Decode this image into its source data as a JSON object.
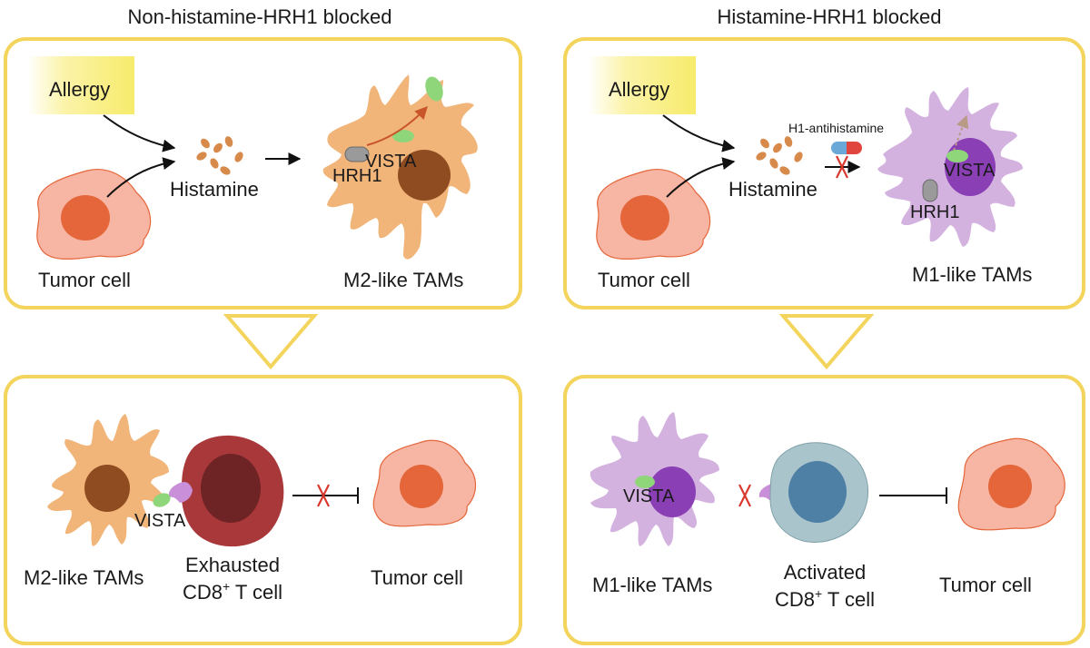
{
  "left": {
    "title": "Non-histamine-HRH1 blocked",
    "top": {
      "allergy": "Allergy",
      "histamine": "Histamine",
      "tumor_cell": "Tumor cell",
      "hrh1": "HRH1",
      "vista": "VISTA",
      "tam": "M2-like TAMs"
    },
    "bottom": {
      "tam": "M2-like TAMs",
      "vista": "VISTA",
      "tcell_line1": "Exhausted",
      "tcell_line2_main": "CD8",
      "tcell_line2_sup": "+",
      "tcell_line2_tail": " T cell",
      "tumor_cell": "Tumor cell"
    }
  },
  "right": {
    "title": "Histamine-HRH1 blocked",
    "top": {
      "allergy": "Allergy",
      "histamine": "Histamine",
      "antihistamine": "H1-antihistamine",
      "tumor_cell": "Tumor cell",
      "hrh1": "HRH1",
      "vista": "VISTA",
      "tam": "M1-like TAMs"
    },
    "bottom": {
      "tam": "M1-like TAMs",
      "vista": "VISTA",
      "tcell_line1": "Activated",
      "tcell_line2_main": "CD8",
      "tcell_line2_sup": "+",
      "tcell_line2_tail": " T cell",
      "tumor_cell": "Tumor cell"
    }
  },
  "colors": {
    "panel_border": "#f3d45c",
    "tumor_fill": "#f7b5a4",
    "tumor_nucleus": "#e4663a",
    "m2_fill": "#f1b57a",
    "m2_nucleus": "#8f4c20",
    "m1_fill": "#d4b2e0",
    "m1_nucleus": "#8a3fb5",
    "exhausted_t": "#a8383a",
    "exhausted_t_nucleus": "#6e2325",
    "activated_t": "#a9c4cb",
    "activated_t_nucleus": "#4e7fa5",
    "vista": "#8fd67a",
    "hrh1": "#9a9a9a",
    "block_x": "#d9382e",
    "pd_purple": "#c98fd8",
    "histamine_dot": "#d88a4a"
  }
}
